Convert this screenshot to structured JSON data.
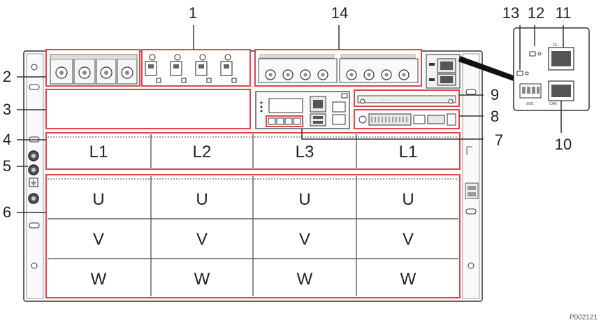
{
  "callouts": {
    "c1": "1",
    "c2": "2",
    "c3": "3",
    "c4": "4",
    "c5": "5",
    "c6": "6",
    "c7": "7",
    "c8": "8",
    "c9": "9",
    "c10": "10",
    "c11": "11",
    "c12": "12",
    "c13": "13",
    "c14": "14"
  },
  "slots": {
    "row1": [
      "L1",
      "L2",
      "L3",
      "L1"
    ],
    "row2": [
      "U",
      "U",
      "U",
      "U"
    ],
    "row3": [
      "V",
      "V",
      "V",
      "V"
    ],
    "row4": [
      "W",
      "W",
      "W",
      "W"
    ]
  },
  "inset": {
    "port_upper": "FE",
    "port_lower": "CAN",
    "switch": "SW1"
  },
  "figure_id": "P002121",
  "colors": {
    "highlight": "#e0474c",
    "line": "#333333"
  }
}
